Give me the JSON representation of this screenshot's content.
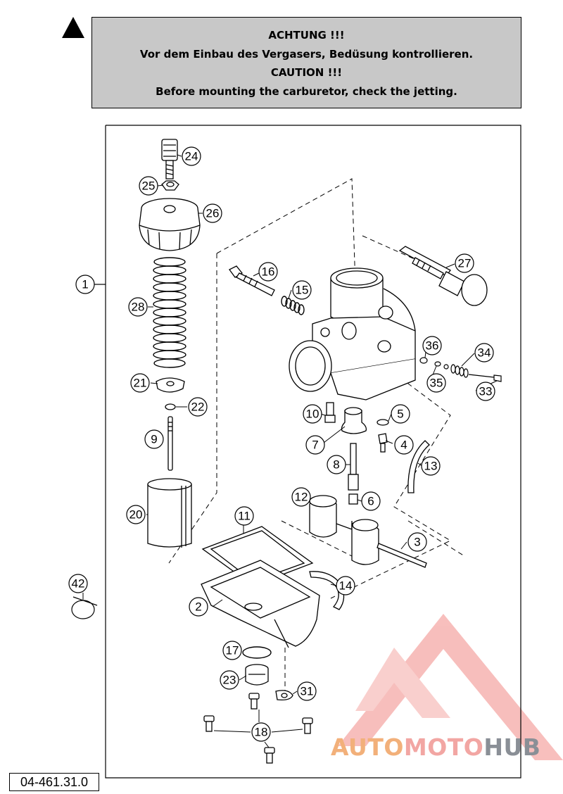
{
  "warning": {
    "line1": "ACHTUNG !!!",
    "line2": "Vor dem Einbau des Vergasers, Bedüsung kontrollieren.",
    "line3": "CAUTION !!!",
    "line4": "Before mounting the carburetor, check the jetting."
  },
  "callouts": {
    "c1": "1",
    "c2": "2",
    "c3": "3",
    "c4": "4",
    "c5": "5",
    "c6": "6",
    "c7": "7",
    "c8": "8",
    "c9": "9",
    "c10": "10",
    "c11": "11",
    "c12": "12",
    "c13": "13",
    "c14": "14",
    "c15": "15",
    "c16": "16",
    "c17": "17",
    "c18": "18",
    "c20": "20",
    "c21": "21",
    "c22": "22",
    "c23": "23",
    "c24": "24",
    "c25": "25",
    "c26": "26",
    "c27": "27",
    "c28": "28",
    "c31": "31",
    "c33": "33",
    "c34": "34",
    "c35": "35",
    "c36": "36",
    "c42": "42"
  },
  "part_number": "04-461.31.0",
  "watermark": {
    "part1": "AUTO",
    "part2": "MOTO",
    "part3": "HUB"
  },
  "colors": {
    "caution_bg": "#c8c8c8",
    "watermark_red": "#f28a86",
    "watermark_orange": "#f2b07a",
    "watermark_gray": "#8a8f96"
  },
  "icons": {
    "warning": "warning-triangle-icon",
    "brand": "automotohub-logo-icon"
  }
}
